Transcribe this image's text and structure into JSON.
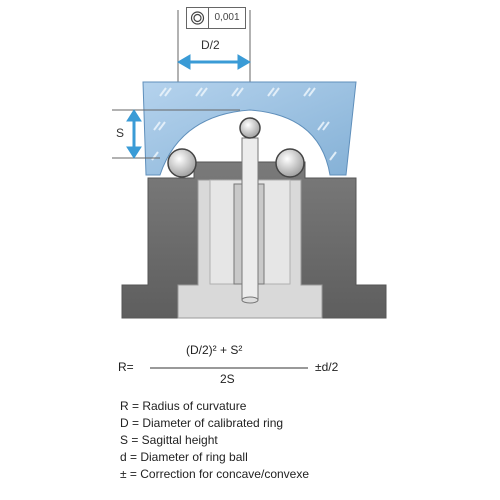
{
  "tolerance": {
    "symbol": "circularity-icon",
    "value": "0,001"
  },
  "dimension_labels": {
    "half_diameter": "D/2",
    "sagitta": "S"
  },
  "formula": {
    "lhs": "R=",
    "numerator": "(D/2)² + S²",
    "denominator": "2S",
    "correction": "±d/2"
  },
  "legend": [
    {
      "text": "R = Radius of curvature"
    },
    {
      "text": "D = Diameter of calibrated ring"
    },
    {
      "text": "S = Sagittal height"
    },
    {
      "text": "d = Diameter of ring ball"
    },
    {
      "text": "± = Correction for concave/convexe"
    }
  ],
  "colors": {
    "lens": "#8fb8dc",
    "body": "#6e6e6e",
    "bore": "#d6d6d6",
    "accent": "#3a9bd6"
  }
}
